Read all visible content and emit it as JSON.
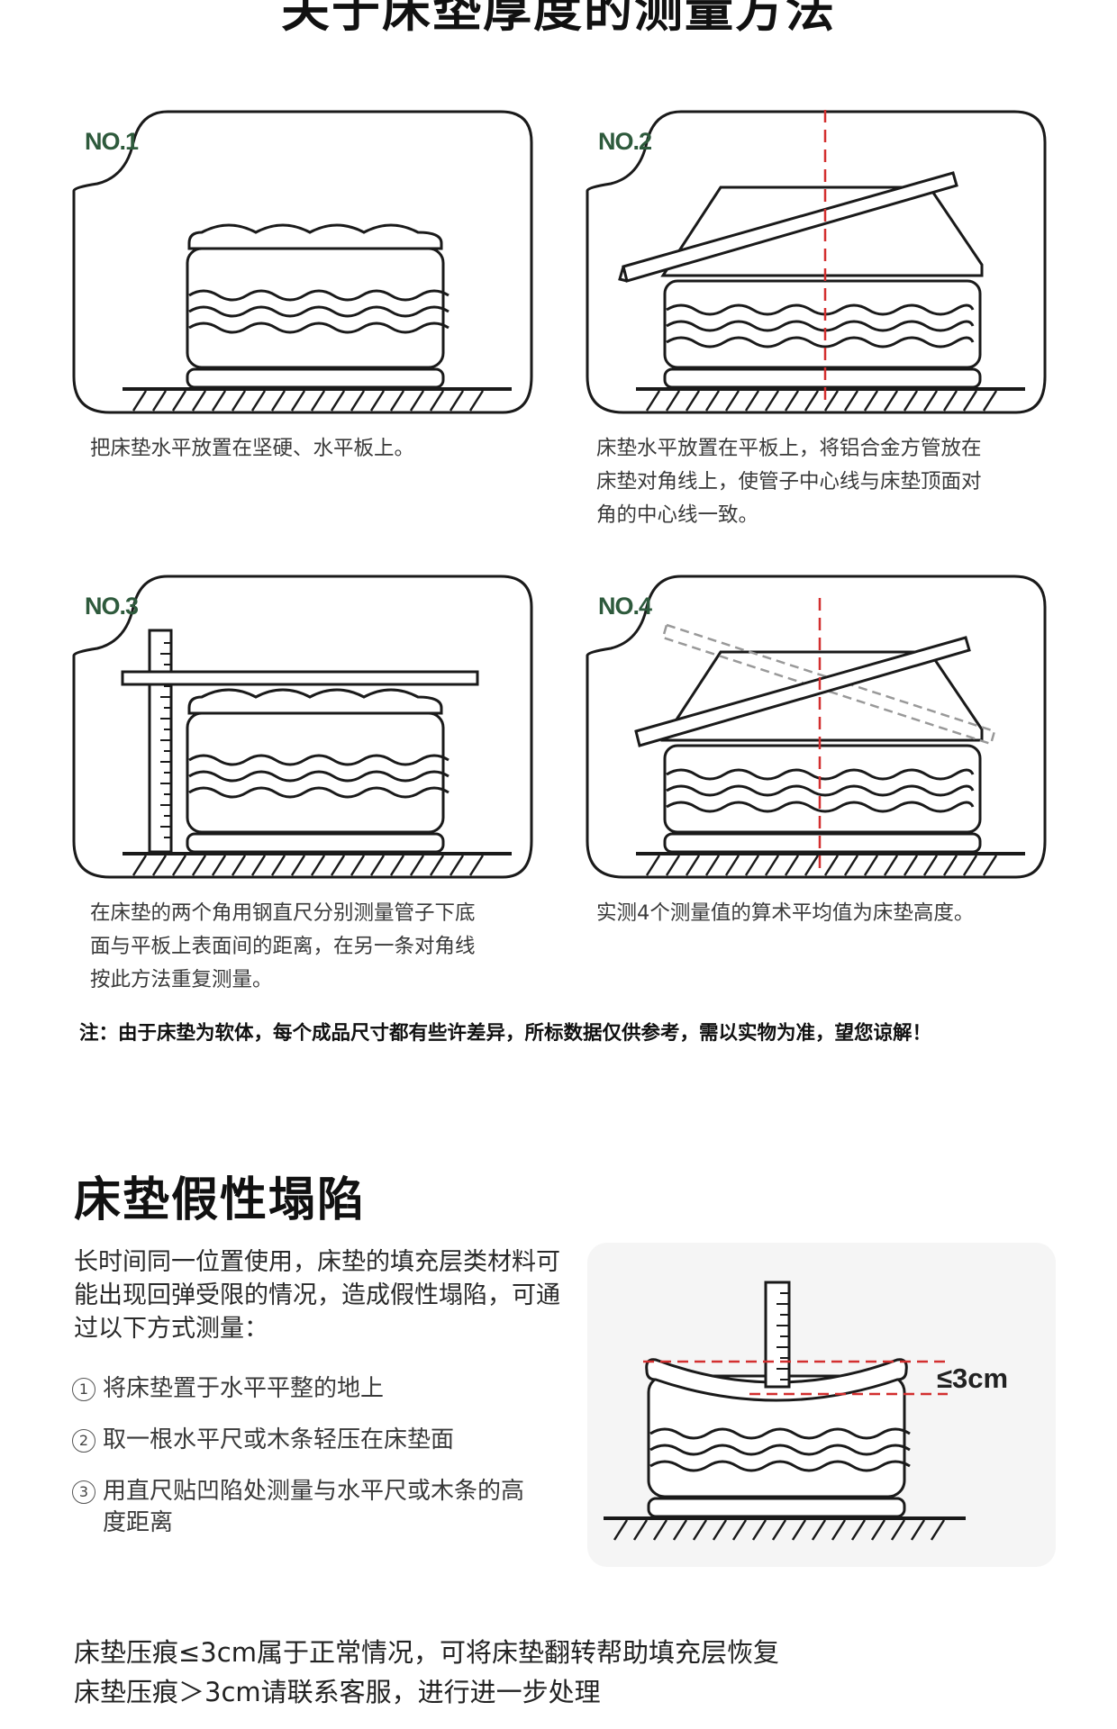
{
  "page_title": "关于床垫厚度的测量方法",
  "steps": [
    {
      "badge": "NO.1",
      "lines": [
        "把床垫水平放置在坚硬、水平板上。"
      ]
    },
    {
      "badge": "NO.2",
      "lines": [
        "床垫水平放置在平板上，将铝合金方管放在",
        "床垫对角线上，使管子中心线与床垫顶面对",
        "角的中心线一致。"
      ]
    },
    {
      "badge": "NO.3",
      "lines": [
        "在床垫的两个角用钢直尺分别测量管子下底",
        "面与平板上表面间的距离，在另一条对角线",
        "按此方法重复测量。"
      ]
    },
    {
      "badge": "NO.4",
      "lines": [
        "实测4个测量值的算术平均值为床垫高度。"
      ]
    }
  ],
  "note": "注：由于床垫为软体，每个成品尺寸都有些许差异，所标数据仅供参考，需以实物为准，望您谅解！",
  "section": {
    "title": "床垫假性塌陷",
    "intro": "长时间同一位置使用，床垫的填充层类材料可能出现回弹受限的情况，造成假性塌陷，可通过以下方式测量：",
    "methods": [
      {
        "num": "1",
        "text": "将床垫置于水平平整的地上"
      },
      {
        "num": "2",
        "text": "取一根水平尺或木条轻压在床垫面"
      },
      {
        "num": "3",
        "text": "用直尺贴凹陷处测量与水平尺或木条的高度距离"
      }
    ],
    "limit_label": "≤3cm"
  },
  "footer": {
    "line1": "床垫压痕≤3cm属于正常情况，可将床垫翻转帮助填充层恢复",
    "line2": "床垫压痕＞3cm请联系客服，进行进一步处理"
  },
  "colors": {
    "badge_green": "#2e5a3c",
    "dash_red": "#d32f2f",
    "outline": "#1a1a1a"
  }
}
